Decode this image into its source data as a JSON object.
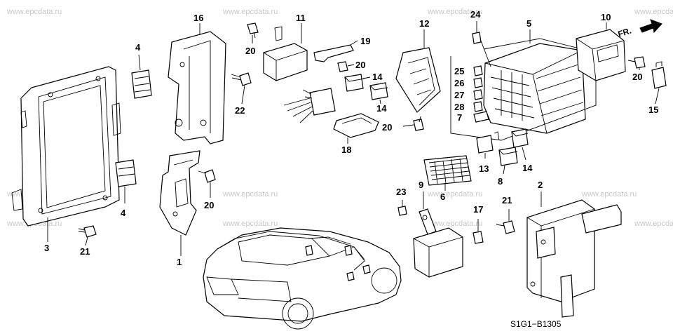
{
  "watermark_text": "www.epcdata.ru",
  "diagram_code": "S1G1−B1305",
  "front_arrow_label": "FR.",
  "callouts": {
    "c1": "1",
    "c2": "2",
    "c3": "3",
    "c4a": "4",
    "c4b": "4",
    "c5": "5",
    "c6": "6",
    "c7": "7",
    "c8": "8",
    "c9": "9",
    "c10": "10",
    "c11": "11",
    "c12": "12",
    "c13": "13",
    "c14a": "14",
    "c14b": "14",
    "c14c": "14",
    "c15": "15",
    "c16": "16",
    "c17": "17",
    "c18": "18",
    "c19": "19",
    "c20a": "20",
    "c20b": "20",
    "c20c": "20",
    "c20d": "20",
    "c20e": "20",
    "c21a": "21",
    "c21b": "21",
    "c22": "22",
    "c23": "23",
    "c24": "24",
    "c25": "25",
    "c26": "26",
    "c27": "27",
    "c28": "28"
  }
}
